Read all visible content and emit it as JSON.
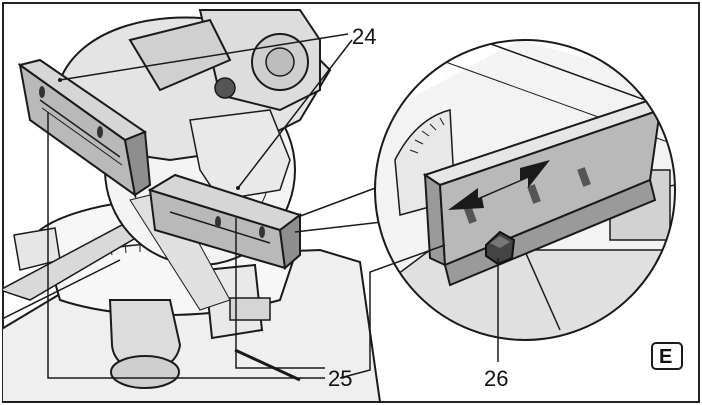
{
  "callouts": {
    "c24": "24",
    "c25": "25",
    "c26": "26"
  },
  "figure_label": "E",
  "colors": {
    "frame": "#222222",
    "line": "#1a1a1a",
    "fence_gray": "#b9b9b9",
    "fence_dark": "#8e8e8e",
    "shade": "#d6d6d6",
    "light_shade": "#ececec",
    "background": "#ffffff"
  }
}
